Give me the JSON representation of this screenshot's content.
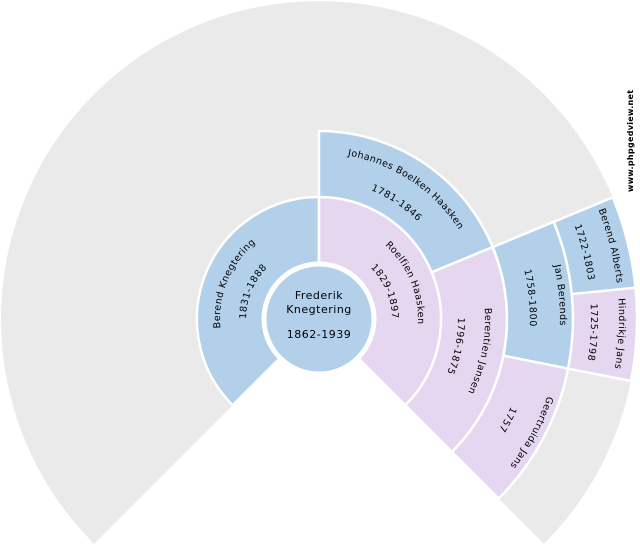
{
  "watermark": "www.phpgedview.net",
  "colors": {
    "male": "#b2d0ea",
    "female": "#e4d7ef",
    "unknown": "#eaeaea",
    "border": "#ffffff",
    "text": "#000000"
  },
  "root": {
    "given": "Frederik",
    "surname": "Knegtering",
    "dates": "1862-1939"
  },
  "ancestors": [
    {
      "name": "Berend Knegtering",
      "dates": "1831-1888",
      "generation": 1,
      "sex": "male"
    },
    {
      "name": "Roelfien Haasken",
      "dates": "1829-1897",
      "generation": 1,
      "sex": "female"
    },
    {
      "name": "Johannes Boelken Haasken",
      "dates": "1781-1846",
      "generation": 2,
      "sex": "male"
    },
    {
      "name": "Berentien Jansen",
      "dates": "1796-1875",
      "generation": 2,
      "sex": "female"
    },
    {
      "name": "Jan Berends",
      "dates": "1758-1800",
      "generation": 3,
      "sex": "male"
    },
    {
      "name": "Geertruida Jans",
      "dates": "1757",
      "generation": 3,
      "sex": "female"
    },
    {
      "name": "Berend Alberts",
      "dates": "1722-1803",
      "generation": 4,
      "sex": "male"
    },
    {
      "name": "Hindrikje Jans",
      "dates": "1725-1798",
      "generation": 4,
      "sex": "female"
    }
  ]
}
